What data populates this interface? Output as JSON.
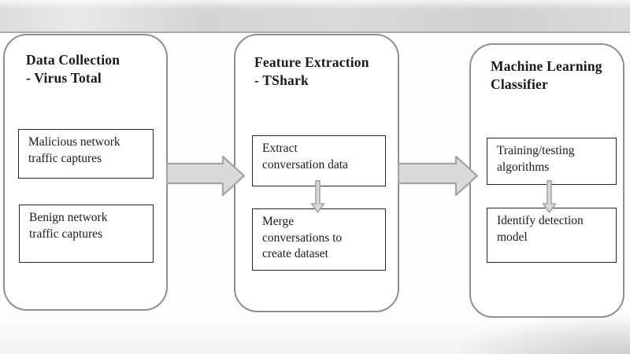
{
  "figure": {
    "type": "pipeline-diagram",
    "panels": [
      {
        "id": "data-collection",
        "title": "Data Collection\n- Virus Total",
        "box1": "Malicious network\ntraffic captures",
        "box2": "Benign network\ntraffic captures"
      },
      {
        "id": "feature-extraction",
        "title": "Feature Extraction\n- TShark",
        "box1": "Extract\nconversation data",
        "box2": "Merge\nconversations to\ncreate dataset"
      },
      {
        "id": "ml-classifier",
        "title": "Machine Learning\nClassifier",
        "box1": "Training/testing\nalgorithms",
        "box2": "Identify detection\nmodel"
      }
    ],
    "connections": [
      {
        "from": "data-collection",
        "to": "feature-extraction",
        "direction": "right"
      },
      {
        "from": "feature-extraction",
        "to": "ml-classifier",
        "direction": "right"
      },
      {
        "from": "Extract conversation data",
        "to": "Merge conversations to create dataset",
        "direction": "down"
      },
      {
        "from": "Training/testing algorithms",
        "to": "Identify detection model",
        "direction": "down"
      }
    ]
  },
  "colors": {
    "panel-border": "#8f8f8f",
    "box-border": "#262626",
    "text": "#1a1a1a",
    "arrow-fill": "#d9d9d9",
    "arrow-border": "#a5a5a5",
    "band": "#d5d5d5"
  }
}
